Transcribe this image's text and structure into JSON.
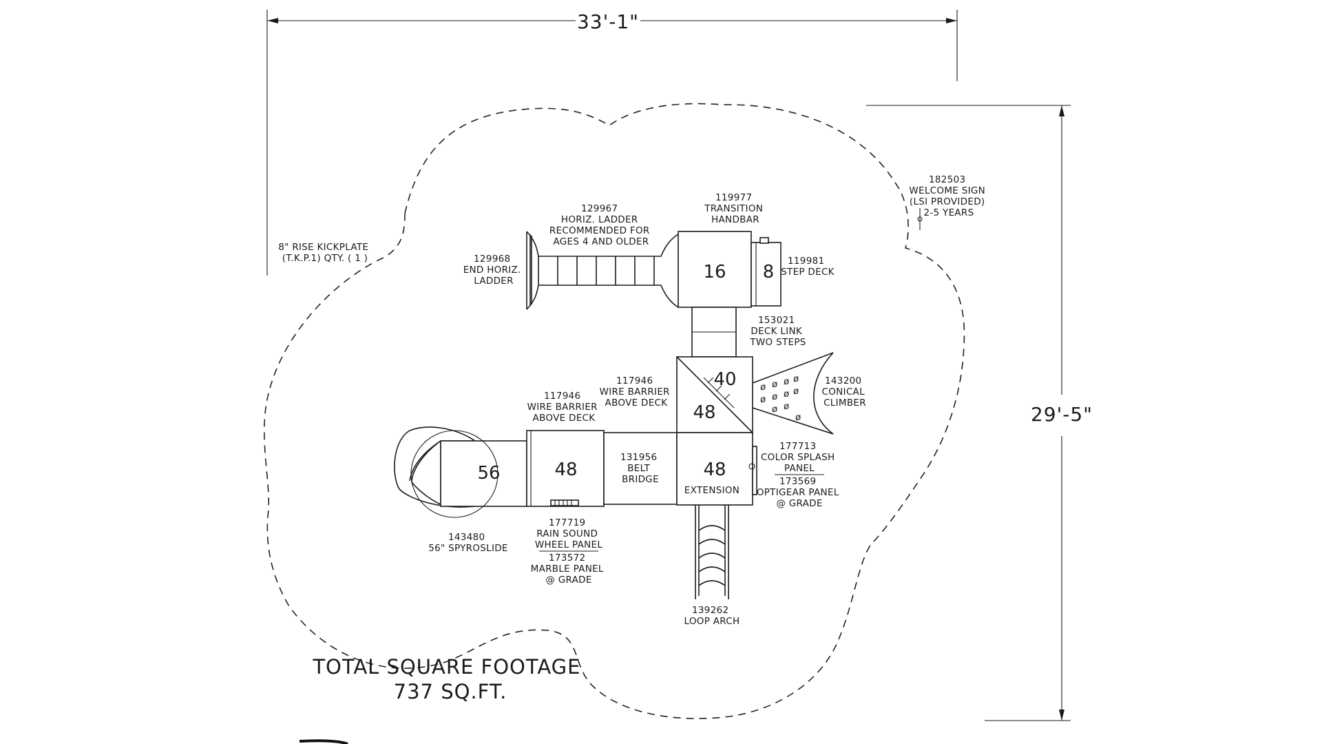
{
  "dimensions": {
    "width": "33'-1\"",
    "height": "29'-5\""
  },
  "total": {
    "line1": "TOTAL SQUARE FOOTAGE",
    "line2": "737 SQ.FT."
  },
  "decks": {
    "d16": "16",
    "d8": "8",
    "d40": "40",
    "d48_upper": "48",
    "d56": "56",
    "d48_left": "48",
    "d48_right": "48"
  },
  "labels": {
    "welcome_sign": [
      "182503",
      "WELCOME SIGN",
      "(LSI PROVIDED)",
      "2-5 YEARS"
    ],
    "kickplate": [
      "8\" RISE KICKPLATE",
      "(T.K.P.1) QTY. ( 1 )"
    ],
    "horiz_ladder": [
      "129967",
      "HORIZ. LADDER",
      "RECOMMENDED FOR",
      "AGES 4 AND OLDER"
    ],
    "transition_handbar": [
      "119977",
      "TRANSITION",
      "HANDBAR"
    ],
    "end_horiz_ladder": [
      "129968",
      "END HORIZ.",
      "LADDER"
    ],
    "step_deck": [
      "119981",
      "STEP DECK"
    ],
    "deck_link": [
      "153021",
      "DECK LINK",
      "TWO STEPS"
    ],
    "wire_barrier_right": [
      "117946",
      "WIRE BARRIER",
      "ABOVE DECK"
    ],
    "wire_barrier_left": [
      "117946",
      "WIRE BARRIER",
      "ABOVE DECK"
    ],
    "conical_climber": [
      "143200",
      "CONICAL",
      "CLIMBER"
    ],
    "belt_bridge": [
      "131956",
      "BELT",
      "BRIDGE"
    ],
    "extension": [
      "EXTENSION"
    ],
    "color_splash": [
      "177713",
      "COLOR SPLASH",
      "PANEL"
    ],
    "optigear": [
      "173569",
      "OPTIGEAR PANEL",
      "@ GRADE"
    ],
    "rain_sound": [
      "177719",
      "RAIN SOUND",
      "WHEEL PANEL"
    ],
    "marble": [
      "173572",
      "MARBLE PANEL",
      "@ GRADE"
    ],
    "spyroslide": [
      "143480",
      "56\" SPYROSLIDE"
    ],
    "loop_arch": [
      "139262",
      "LOOP ARCH"
    ]
  }
}
